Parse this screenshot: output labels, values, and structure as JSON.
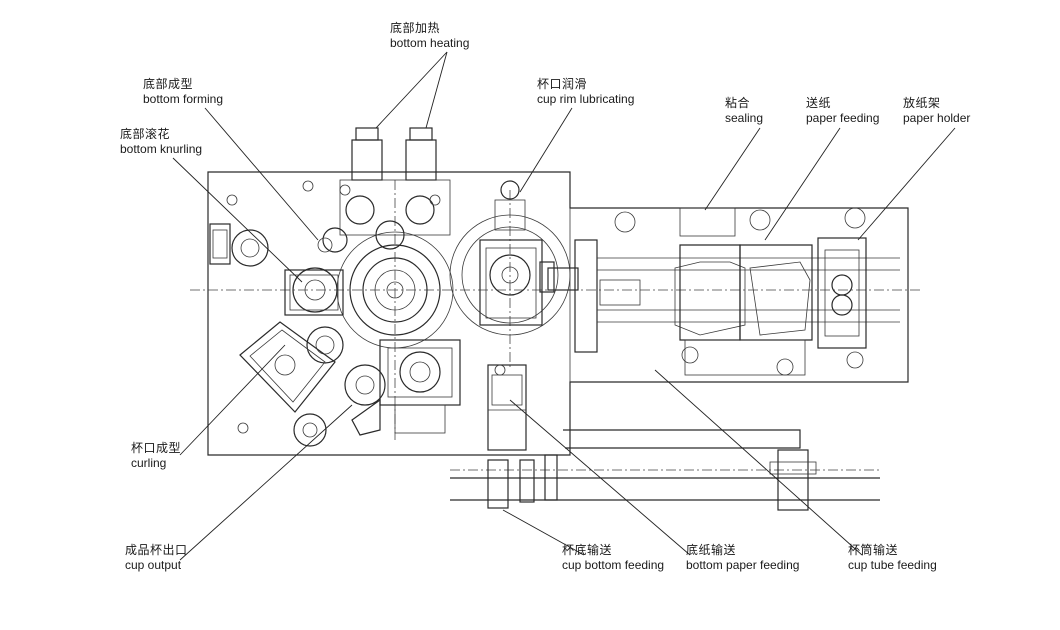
{
  "labels": {
    "bottom_heating": {
      "zh": "底部加热",
      "en": "bottom heating"
    },
    "bottom_forming": {
      "zh": "底部成型",
      "en": "bottom forming"
    },
    "bottom_knurling": {
      "zh": "底部滚花",
      "en": "bottom knurling"
    },
    "cup_rim_lubricating": {
      "zh": "杯口润滑",
      "en": "cup rim lubricating"
    },
    "sealing": {
      "zh": "粘合",
      "en": "sealing"
    },
    "paper_feeding": {
      "zh": "送纸",
      "en": "paper feeding"
    },
    "paper_holder": {
      "zh": "放纸架",
      "en": "paper holder"
    },
    "curling": {
      "zh": "杯口成型",
      "en": "curling"
    },
    "cup_output": {
      "zh": "成品杯出口",
      "en": "cup output"
    },
    "cup_bottom_feeding": {
      "zh": "杯底输送",
      "en": "cup bottom feeding"
    },
    "bottom_paper_feeding": {
      "zh": "底纸输送",
      "en": "bottom paper feeding"
    },
    "cup_tube_feeding": {
      "zh": "杯筒输送",
      "en": "cup tube feeding"
    }
  }
}
